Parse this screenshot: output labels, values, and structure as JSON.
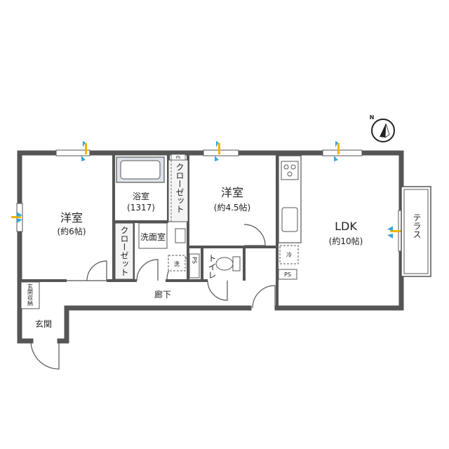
{
  "rooms": {
    "western_room_left": {
      "name": "洋室",
      "size": "(約6帖)"
    },
    "western_room_center": {
      "name": "洋室",
      "size": "(約4.5帖)"
    },
    "ldk": {
      "name": "LDK",
      "size": "(約10帖)"
    },
    "bathroom": {
      "name": "浴室",
      "size": "(1317)"
    },
    "washroom": {
      "name": "洗面室"
    },
    "toilet": {
      "name": "トイレ"
    },
    "hallway": {
      "name": "廊下"
    },
    "entrance": {
      "name": "玄関"
    },
    "terrace": {
      "name": "テラス"
    }
  },
  "fixtures": {
    "closet_upper": "クローゼット",
    "closet_lower": "クローゼット",
    "shoe_storage": "玄関収納",
    "washer": "洗",
    "fridge": "冷",
    "ps_toilet": "PS",
    "ps_kitchen": "PS",
    "ps_closet": "PS"
  },
  "compass": {
    "label": "N"
  },
  "colors": {
    "wall": "#555555",
    "window_blue": "#3aa7d8",
    "window_yellow": "#f0b400",
    "fixture_bg": "#dde3ea",
    "closet_bg": "#f4f4f4"
  }
}
